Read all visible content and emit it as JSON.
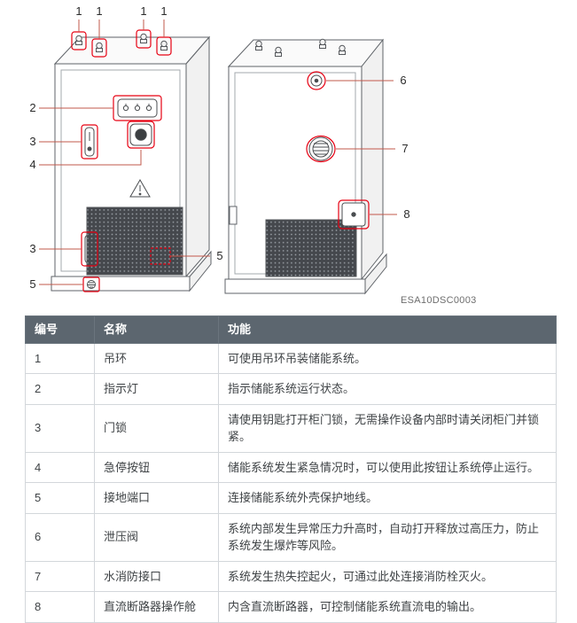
{
  "figure": {
    "code": "ESA10DSC0003",
    "callout_labels": [
      "1",
      "1",
      "1",
      "1",
      "2",
      "3",
      "4",
      "3",
      "5",
      "5",
      "6",
      "7",
      "8"
    ]
  },
  "table": {
    "headers": [
      "编号",
      "名称",
      "功能"
    ],
    "rows": [
      {
        "no": "1",
        "name": "吊环",
        "func": "可使用吊环吊装储能系统。"
      },
      {
        "no": "2",
        "name": "指示灯",
        "func": "指示储能系统运行状态。"
      },
      {
        "no": "3",
        "name": "门锁",
        "func": "请使用钥匙打开柜门锁，无需操作设备内部时请关闭柜门并锁紧。"
      },
      {
        "no": "4",
        "name": "急停按钮",
        "func": "储能系统发生紧急情况时，可以使用此按钮让系统停止运行。"
      },
      {
        "no": "5",
        "name": "接地端口",
        "func": "连接储能系统外壳保护地线。"
      },
      {
        "no": "6",
        "name": "泄压阀",
        "func": "系统内部发生异常压力升高时，自动打开释放过高压力，防止系统发生爆炸等风险。"
      },
      {
        "no": "7",
        "name": "水消防接口",
        "func": "系统发生热失控起火，可通过此处连接消防栓灭火。"
      },
      {
        "no": "8",
        "name": "直流断路器操作舱",
        "func": "内含直流断路器，可控制储能系统直流电的输出。"
      }
    ]
  },
  "colors": {
    "highlight_red": "#e60012",
    "leader_line": "#c2584b",
    "table_header_bg": "#5c666f"
  }
}
